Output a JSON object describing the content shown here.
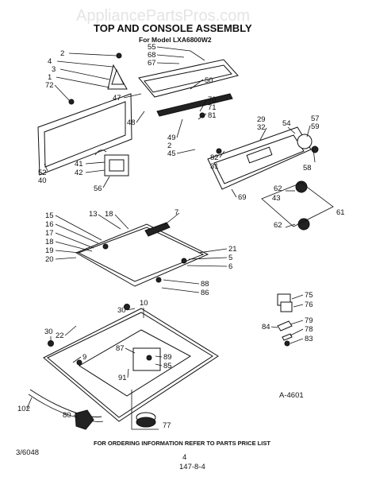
{
  "watermark": "AppliancePartsPros.com",
  "title": "TOP AND CONSOLE ASSEMBLY",
  "model_line": "For Model LXA6800W2",
  "diagram_code": "A-4601",
  "footer_note": "FOR ORDERING INFORMATION REFER TO PARTS PRICE LIST",
  "page_left_code": "3/6048",
  "page_number": "4",
  "page_date": "147-8-4",
  "callouts": [
    "2",
    "4",
    "3",
    "1",
    "72",
    "55",
    "68",
    "67",
    "50",
    "47",
    "48",
    "70",
    "71",
    "81",
    "49",
    "2",
    "45",
    "82",
    "31",
    "29",
    "32",
    "54",
    "57",
    "59",
    "58",
    "62",
    "43",
    "61",
    "62",
    "69",
    "52",
    "40",
    "41",
    "42",
    "56",
    "13",
    "18",
    "7",
    "15",
    "16",
    "17",
    "18",
    "19",
    "20",
    "21",
    "5",
    "6",
    "88",
    "86",
    "30",
    "10",
    "75",
    "76",
    "30",
    "22",
    "9",
    "87",
    "89",
    "85",
    "91",
    "79",
    "84",
    "78",
    "83",
    "102",
    "80",
    "77"
  ]
}
